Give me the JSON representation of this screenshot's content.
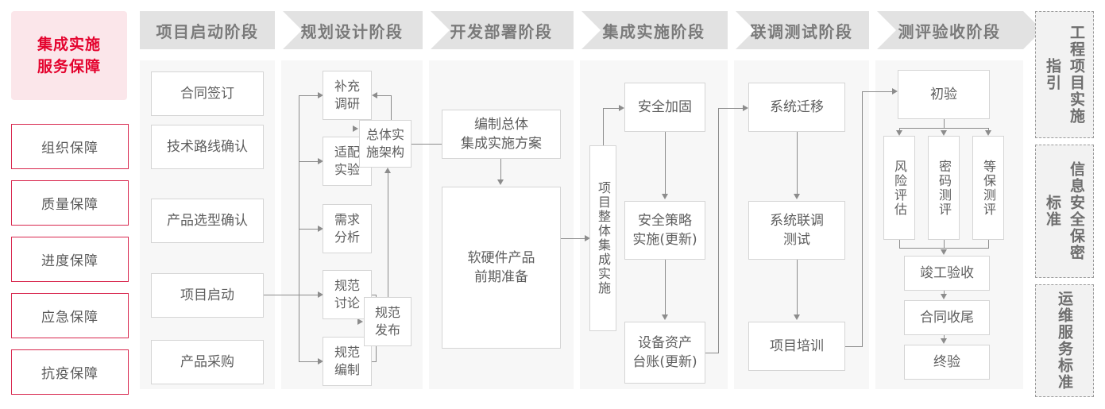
{
  "left_panel": {
    "title": "集成实施\n服务保障",
    "title_line1": "集成实施",
    "title_line2": "服务保障",
    "accent_color": "#E4032E",
    "accent_bg": "#FBE6EA",
    "border_color": "#D8274E",
    "items": [
      {
        "label": "组织保障"
      },
      {
        "label": "质量保障"
      },
      {
        "label": "进度保障"
      },
      {
        "label": "应急保障"
      },
      {
        "label": "抗疫保障"
      }
    ]
  },
  "phases": [
    {
      "id": "p1",
      "header": "项目启动阶段"
    },
    {
      "id": "p2",
      "header": "规划设计阶段"
    },
    {
      "id": "p3",
      "header": "开发部署阶段"
    },
    {
      "id": "p4",
      "header": "集成实施阶段"
    },
    {
      "id": "p5",
      "header": "联调测试阶段"
    },
    {
      "id": "p6",
      "header": "测评验收阶段"
    }
  ],
  "nodes": {
    "n_contract": "合同签订",
    "n_tech_route": "技术路线确认",
    "n_product_sel": "产品选型确认",
    "n_proj_start": "项目启动",
    "n_procure": "产品采购",
    "n_suppl_survey": "补充\n调研",
    "n_adapt_test": "适配\n实验",
    "n_req_analysis": "需求\n分析",
    "n_spec_discuss": "规范\n讨论",
    "n_spec_draft": "规范\n编制",
    "n_overall_arch": "总体实\n施架构",
    "n_spec_publish": "规范\n发布",
    "n_compile_plan": "编制总体\n集成实施方案",
    "n_hw_sw_prep": "软硬件产品\n前期准备",
    "n_overall_integration": "项目整体集成实施",
    "n_sec_harden": "安全加固",
    "n_sec_policy": "安全策略\n实施(更新)",
    "n_asset_ledger": "设备资产\n台账(更新)",
    "n_sys_migrate": "系统迁移",
    "n_sys_joint_test": "系统联调\n测试",
    "n_proj_training": "项目培训",
    "n_first_accept": "初验",
    "n_risk_assess": "风险评估",
    "n_crypto_eval": "密码测评",
    "n_grade_eval": "等保测评",
    "n_final_inspect": "竣工验收",
    "n_contract_close": "合同收尾",
    "n_final_accept": "终验"
  },
  "standards": [
    {
      "label": "工程项目实施指引"
    },
    {
      "label": "信息安全保密标准"
    },
    {
      "label": "运维服务标准"
    }
  ],
  "colors": {
    "node_border": "#D5D5D5",
    "node_text": "#5E5E5E",
    "column_bg": "#F7F7F7",
    "chevron_bg": "#E2E2E2",
    "chevron_text": "#7A7A7A",
    "connector": "#8C8C8C",
    "standards_bg": "#F2F2F2",
    "standards_border": "#9A9A9A"
  }
}
